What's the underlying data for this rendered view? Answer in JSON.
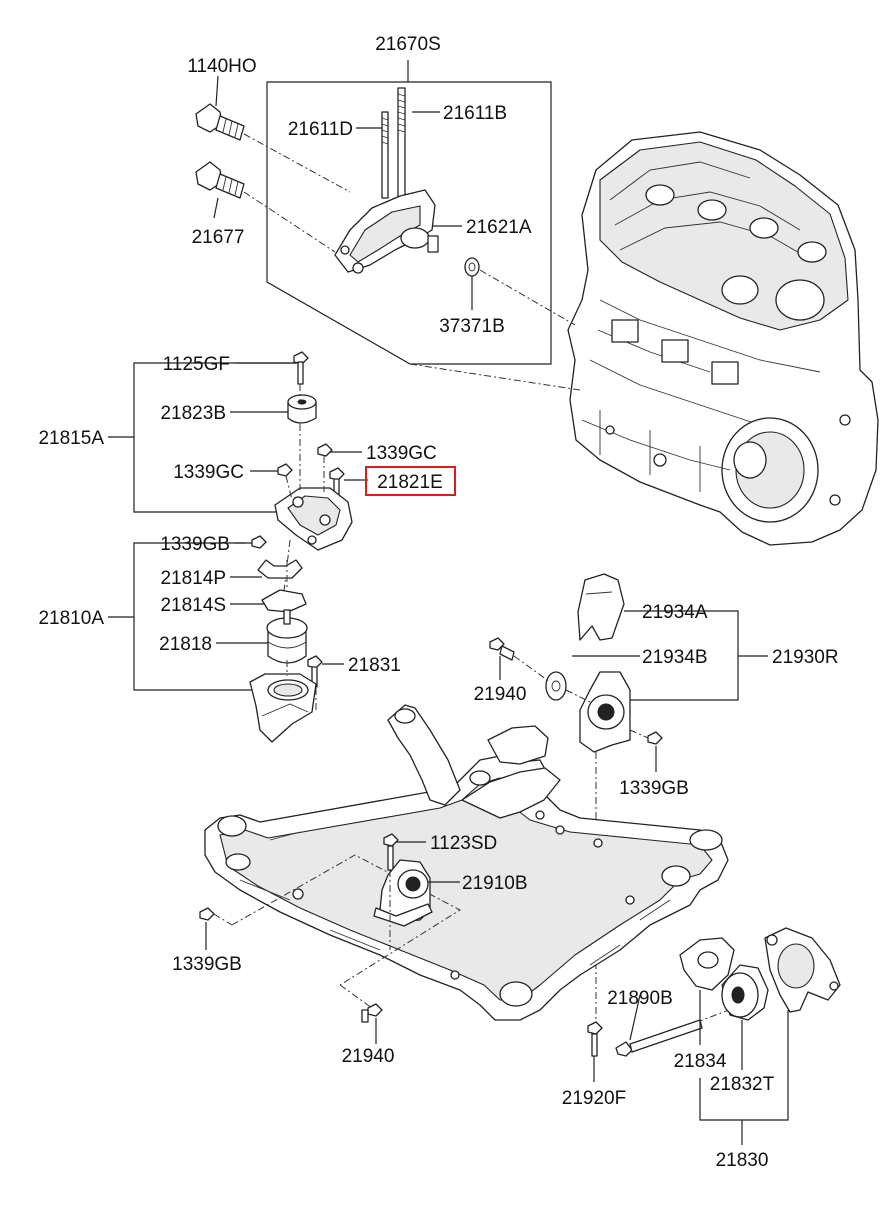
{
  "highlight_color": "#d62020",
  "callouts": {
    "c21670S": "21670S",
    "c1140HO": "1140HO",
    "c21611D": "21611D",
    "c21611B": "21611B",
    "c21621A": "21621A",
    "c21677": "21677",
    "c37371B": "37371B",
    "c1125GF": "1125GF",
    "c21823B": "21823B",
    "c21815A": "21815A",
    "c1339GC_r": "1339GC",
    "c1339GC_l": "1339GC",
    "c21821E": "21821E",
    "c1339GB_a": "1339GB",
    "c21814P": "21814P",
    "c21814S": "21814S",
    "c21810A": "21810A",
    "c21818": "21818",
    "c21831": "21831",
    "c21934A": "21934A",
    "c21934B": "21934B",
    "c21930R": "21930R",
    "c21940_a": "21940",
    "c1339GB_b": "1339GB",
    "c1123SD": "1123SD",
    "c21910B": "21910B",
    "c1339GB_c": "1339GB",
    "c21890B": "21890B",
    "c21940_b": "21940",
    "c21834": "21834",
    "c21832T": "21832T",
    "c21920F": "21920F",
    "c21830": "21830"
  }
}
